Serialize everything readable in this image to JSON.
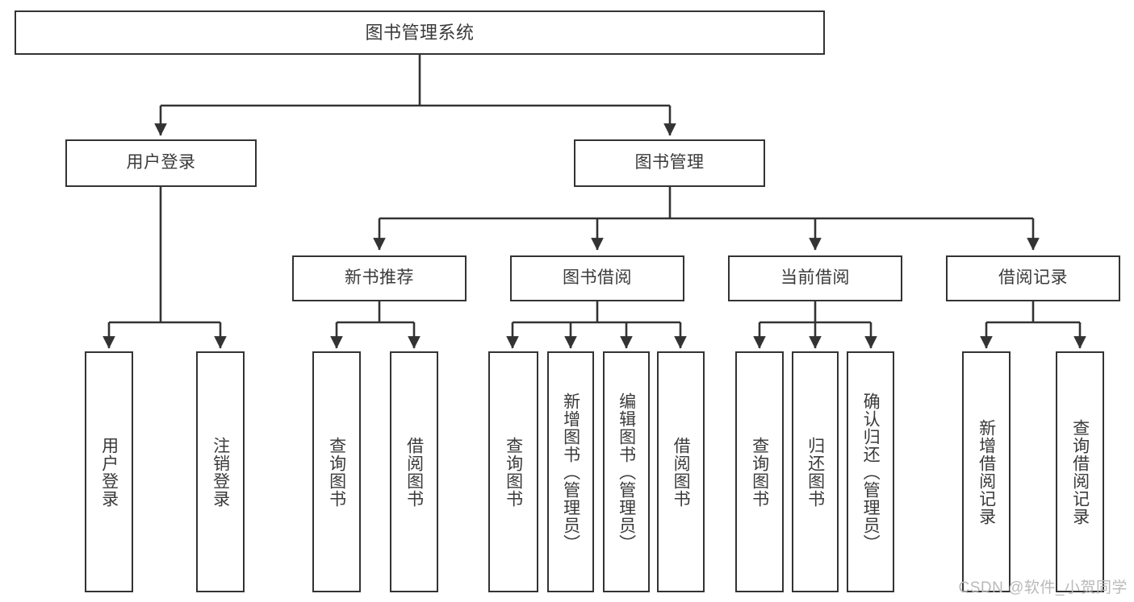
{
  "diagram": {
    "title": "图书管理系统",
    "type": "tree-hierarchy",
    "colors": {
      "box_border": "#333333",
      "box_fill": "#ffffff",
      "edge": "#333333",
      "text": "#3a3a3a",
      "watermark": "#b9b9b9",
      "background": "#ffffff"
    }
  },
  "root": {
    "label": "图书管理系统"
  },
  "level2": [
    {
      "label": "用户登录"
    },
    {
      "label": "图书管理"
    }
  ],
  "level3": [
    {
      "label": "新书推荐"
    },
    {
      "label": "图书借阅"
    },
    {
      "label": "当前借阅"
    },
    {
      "label": "借阅记录"
    }
  ],
  "leaves": {
    "user_login": [
      {
        "label": "用户登录"
      },
      {
        "label": "注销登录"
      }
    ],
    "new_book_recommend": [
      {
        "label": "查询图书"
      },
      {
        "label": "借阅图书"
      }
    ],
    "book_borrow": [
      {
        "label": "查询图书"
      },
      {
        "label": "新增图书（管理员）"
      },
      {
        "label": "编辑图书（管理员）"
      },
      {
        "label": "借阅图书"
      }
    ],
    "current_borrow": [
      {
        "label": "查询图书"
      },
      {
        "label": "归还图书"
      },
      {
        "label": "确认归还（管理员）"
      }
    ],
    "borrow_record": [
      {
        "label": "新增借阅记录"
      },
      {
        "label": "查询借阅记录"
      }
    ]
  },
  "watermark": {
    "text": "CSDN @软件_小贺同学"
  }
}
